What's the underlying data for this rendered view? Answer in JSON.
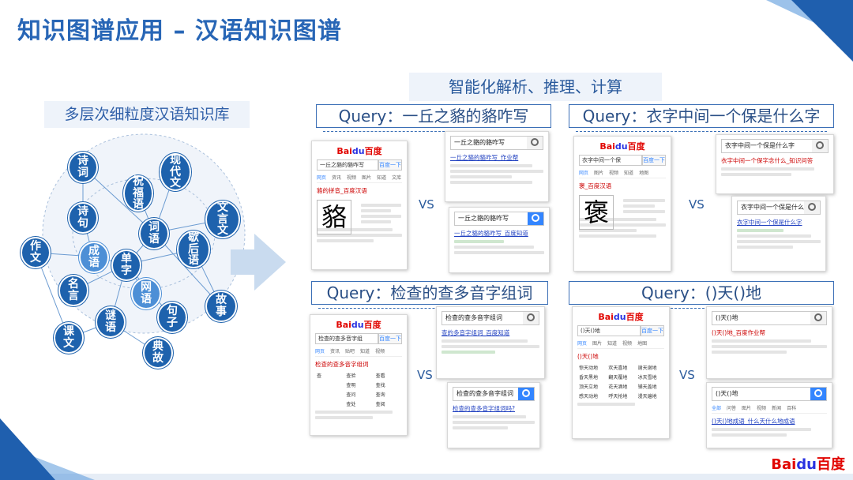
{
  "colors": {
    "accent": "#2866b6",
    "node": "#1e62ad",
    "node_light": "#4d8fd6",
    "baidu_red": "#e10602",
    "baidu_blue": "#2932e1"
  },
  "slide": {
    "title": "知识图谱应用 – 汉语知识图谱",
    "left_heading": "多层次细粒度汉语知识库",
    "right_heading": "智能化解析、推理、计算",
    "logo_left": "Bai",
    "logo_mid": "du",
    "logo_right": "百度"
  },
  "graph": {
    "nodes": {
      "shici": "诗\n词",
      "zhufuyu": "祝\n福\n语",
      "xiandaiwen": "现\n代\n文",
      "shiju": "诗\n句",
      "ciyu": "词\n语",
      "wenyanwen": "文\n言\n文",
      "zuowen": "作\n文",
      "chengyu": "成\n语",
      "danzi": "单\n字",
      "xiehouyu": "歇\n后\n语",
      "mingyan": "名\n言",
      "wangyu": "网\n语",
      "gushi": "故\n事",
      "kewen": "课\n文",
      "miyu": "谜\n语",
      "juzi": "句\n子",
      "diangu": "典\n故"
    }
  },
  "queries": [
    {
      "label": "Query：一丘之貉的貉咋写",
      "left": {
        "search_text": "一丘之貉的貉咋写",
        "search_btn": "百度一下",
        "result_title": "貉的拼音_百度汉语",
        "char": "貉"
      },
      "right": {
        "search_text": "一丘之貉的貉咋写",
        "result_title": "一丘之貉的貉咋写_作业帮",
        "result_title2": "一丘之貉的貉咋写_百度知道"
      }
    },
    {
      "label": "Query：衣字中间一个保是什么字",
      "left": {
        "search_text": "衣字中间一个保",
        "search_btn": "百度一下",
        "result_title": "褒_百度汉语",
        "char": "褒"
      },
      "right": {
        "search_text": "衣字中间一个保是什么字",
        "result_title": "衣字中间一个保字念什么_知识问答",
        "result_title2": "衣字中间一个保是什么字"
      }
    },
    {
      "label": "Query：检查的查多音字组词",
      "left": {
        "search_text": "检查的查多音字组",
        "search_btn": "百度一下",
        "result_title": "检查的查多音字组词"
      },
      "right": {
        "search_text": "检查的查多音字组词",
        "result_title": "查的多音字组词_百度知道",
        "result_title2": "检查的查多音字组词吗?"
      }
    },
    {
      "label": "Query：()天()地",
      "left": {
        "search_text": "()天()地",
        "search_btn": "百度一下",
        "result_title": "()天()地"
      },
      "right": {
        "search_text": "()天()地",
        "result_title": "()天()地_百度作业帮",
        "result_title2": "()天()地成语_什么天什么地成语"
      }
    }
  ],
  "vs_label": "VS",
  "baidu_logo": {
    "left": "Bai",
    "mid": "du",
    "right": "百度"
  }
}
